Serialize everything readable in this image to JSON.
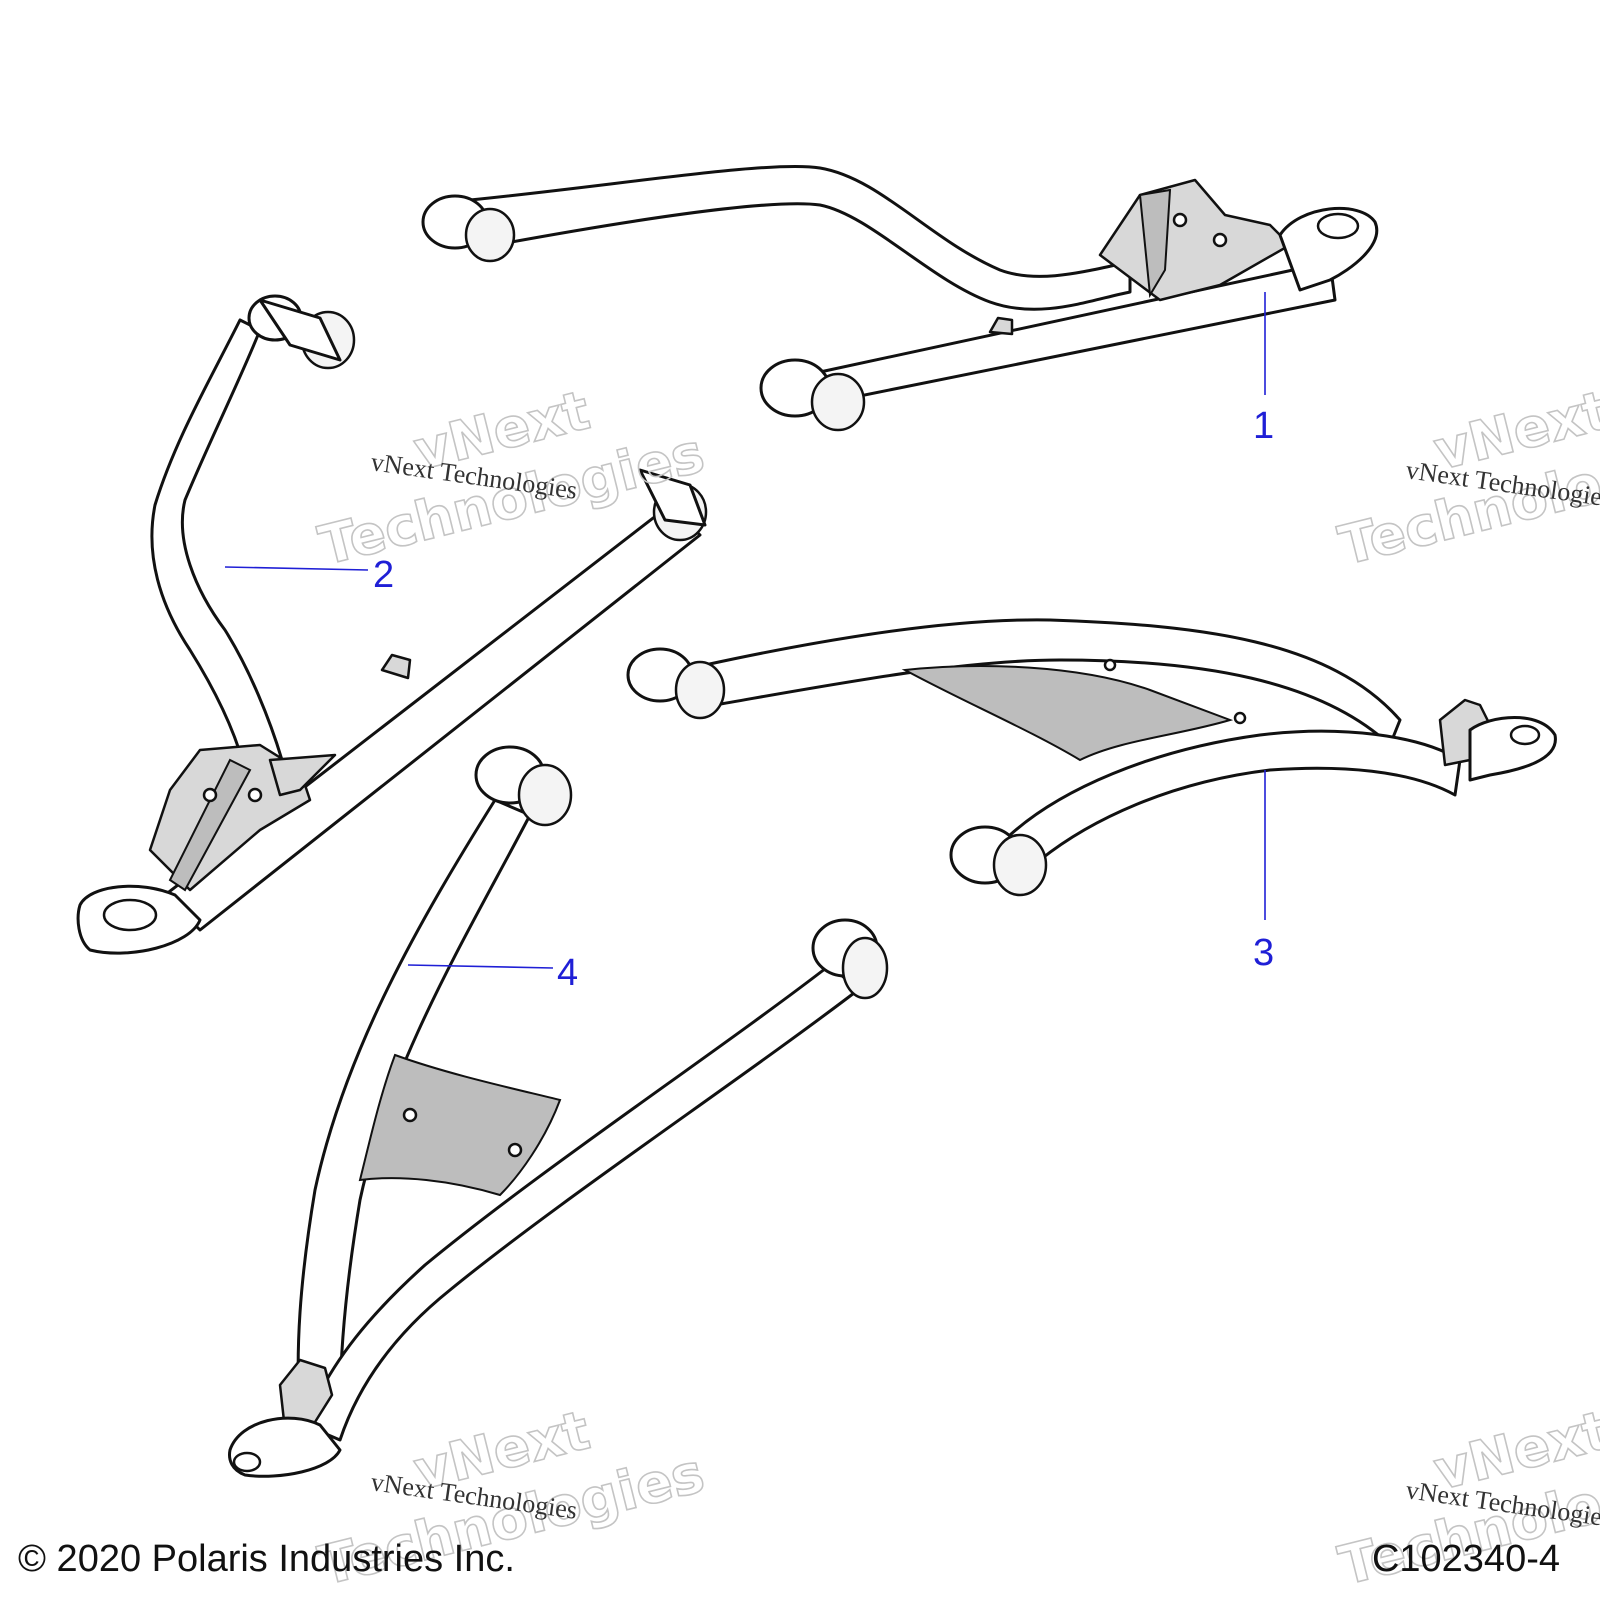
{
  "callouts": [
    "1",
    "2",
    "3",
    "4"
  ],
  "watermark": {
    "small": "vNext Technologies",
    "big_line1": "vNext",
    "big_line2": "Technologies"
  },
  "footer": {
    "copyright": "© 2020 Polaris Industries Inc.",
    "drawing_id": "C102340-4"
  }
}
